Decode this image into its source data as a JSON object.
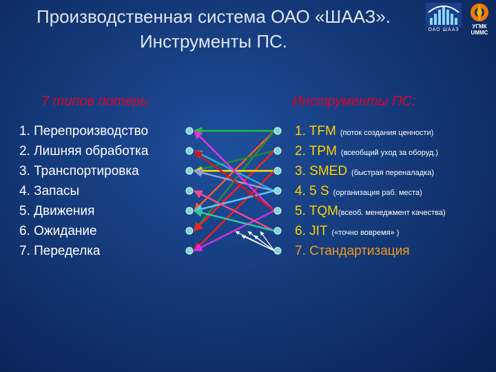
{
  "title": {
    "line1": "Производственная система ОАО «ШААЗ».",
    "line2": "Инструменты ПС."
  },
  "logos": {
    "shaaz_caption": "ОАО ШААЗ",
    "ugmk_caption_1": "УГМК",
    "ugmk_caption_2": "UMMC"
  },
  "losses_heading": "7 типов потерь:",
  "tools_heading": "Инструменты ПС:",
  "losses": [
    {
      "num": "1.",
      "label": "Перепроизводство"
    },
    {
      "num": "2.",
      "label": "Лишняя обработка"
    },
    {
      "num": "3.",
      "label": "Транспортировка"
    },
    {
      "num": "4.",
      "label": "Запасы"
    },
    {
      "num": "5.",
      "label": "Движения"
    },
    {
      "num": "6.",
      "label": "Ожидание"
    },
    {
      "num": "7.",
      "label": "Переделка"
    }
  ],
  "tools": [
    {
      "num": "1.",
      "label": "TFM",
      "note": "(поток создания ценности)"
    },
    {
      "num": "2.",
      "label": "TPM",
      "note": "(всеобщий уход за оборуд.)"
    },
    {
      "num": "3.",
      "label": "SMED",
      "note": "(быстрая переналадка)"
    },
    {
      "num": "4.",
      "label": "5 S",
      "note": "(организация раб. места)"
    },
    {
      "num": "5.",
      "label": "TQM",
      "note": "(всеоб. менеджмент качества)"
    },
    {
      "num": "6.",
      "label": "JIT",
      "note": "(«точно вовремя» )"
    },
    {
      "num": "7.",
      "label": "Стандартизация",
      "note": ""
    }
  ],
  "colors": {
    "heading_red": "#e0002a",
    "tool_yellow": "#ffd200",
    "tool_orange": "#f29a20",
    "node_fill": "#7fd6d6"
  },
  "connections": [
    {
      "from_tool": 1,
      "to_loss": 1,
      "color": "#1fbf3a"
    },
    {
      "from_tool": 1,
      "to_loss": 5,
      "color": "#ff5a28"
    },
    {
      "from_tool": 1,
      "to_loss": 6,
      "color": "#2e8a3a"
    },
    {
      "from_tool": 2,
      "to_loss": 3,
      "color": "#1a8c2e"
    },
    {
      "from_tool": 2,
      "to_loss": 6,
      "color": "#ff2020"
    },
    {
      "from_tool": 3,
      "to_loss": 3,
      "color": "#ffe100"
    },
    {
      "from_tool": 3,
      "to_loss": 7,
      "color": "#ff1e1e"
    },
    {
      "from_tool": 4,
      "to_loss": 2,
      "color": "#2aa8e8"
    },
    {
      "from_tool": 4,
      "to_loss": 3,
      "color": "#8fa0e0"
    },
    {
      "from_tool": 4,
      "to_loss": 5,
      "color": "#59c8ff"
    },
    {
      "from_tool": 5,
      "to_loss": 1,
      "color": "#e030e0"
    },
    {
      "from_tool": 5,
      "to_loss": 2,
      "color": "#d01818"
    },
    {
      "from_tool": 5,
      "to_loss": 7,
      "color": "#d030e0"
    },
    {
      "from_tool": 6,
      "to_loss": 4,
      "color": "#f24a8a"
    },
    {
      "from_tool": 6,
      "to_loss": 5,
      "color": "#32c7a0"
    }
  ],
  "tool7_fan_targets": [
    3,
    4,
    5,
    6,
    7
  ]
}
